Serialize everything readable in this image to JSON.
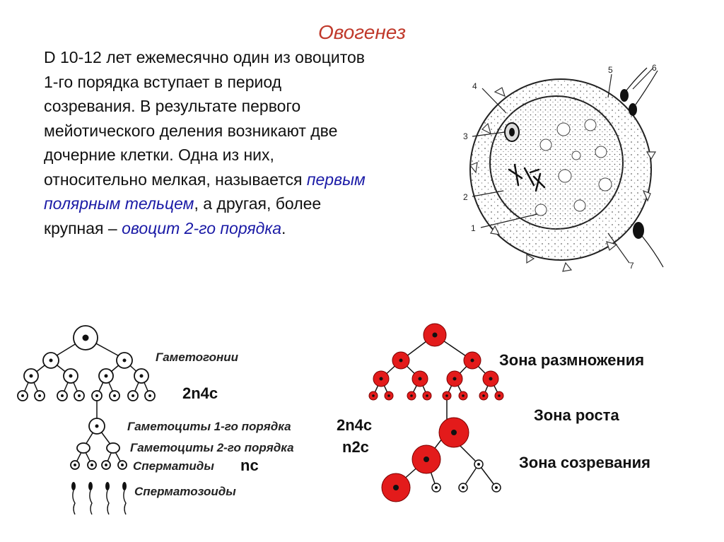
{
  "slide": {
    "title": "Овогенез",
    "paragraph": {
      "t1": "D 10-12 лет ежемесячно один из овоцитов 1-го порядка вступает в период созревания. В результате первого мейотического деления возникают две дочерние клетки. Одна из них, относительно мелкая, называется ",
      "h1": "первым полярным тельцем",
      "t2": ", а другая, более крупная – ",
      "h2": "овоцит 2-го порядка",
      "t3": "."
    }
  },
  "egg_figure": {
    "labels": [
      "1",
      "2",
      "3",
      "4",
      "5",
      "6",
      "7"
    ]
  },
  "spermatogenesis": {
    "gametogonia": "Гаметогонии",
    "ploidy_gonia": "2n4c",
    "gametocytes_1": "Гаметоциты 1-го порядка",
    "ploidy_1": "2n4c",
    "gametocytes_2": "Гаметоциты 2-го порядка",
    "ploidy_2": "n2c",
    "spermatids": "Сперматиды",
    "ploidy_spermatids": "nc",
    "spermatozoa": "Сперматозоиды"
  },
  "oogenesis_zones": {
    "multiplication": "Зона размножения",
    "growth": "Зона роста",
    "maturation": "Зона созревания"
  },
  "colors": {
    "title": "#c0392b",
    "highlight": "#1a1aa6",
    "oocyte_red": "#e31b1b"
  }
}
